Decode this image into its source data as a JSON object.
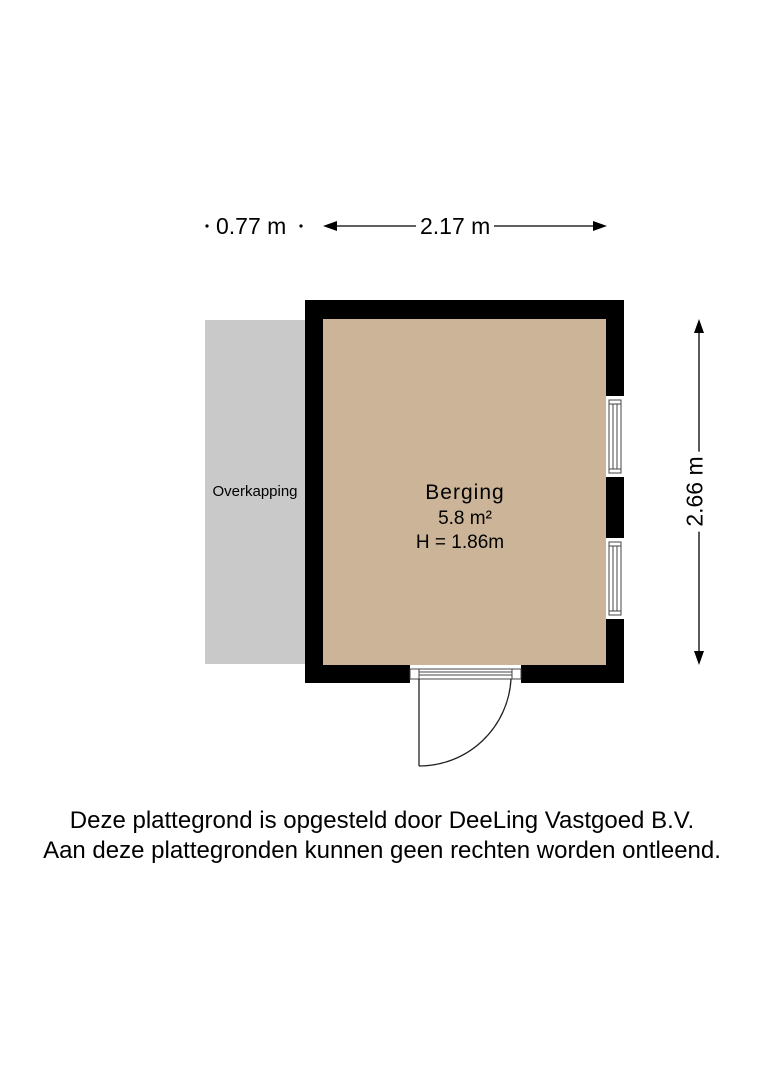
{
  "floorplan": {
    "colors": {
      "wall": "#000000",
      "room_fill": "#cbb497",
      "overhang_fill": "#c9c9c9",
      "background": "#ffffff"
    },
    "dimensions": {
      "overhang_width": "0.77 m",
      "room_width": "2.17 m",
      "room_depth": "2.66 m"
    },
    "rooms": [
      {
        "name": "Berging",
        "area": "5.8 m²",
        "height": "H = 1.86m"
      }
    ],
    "areas": [
      {
        "name": "Overkapping"
      }
    ]
  },
  "footer": {
    "line1": "Deze plattegrond is opgesteld door DeeLing Vastgoed B.V.",
    "line2": "Aan deze plattegronden kunnen geen rechten worden ontleend."
  }
}
